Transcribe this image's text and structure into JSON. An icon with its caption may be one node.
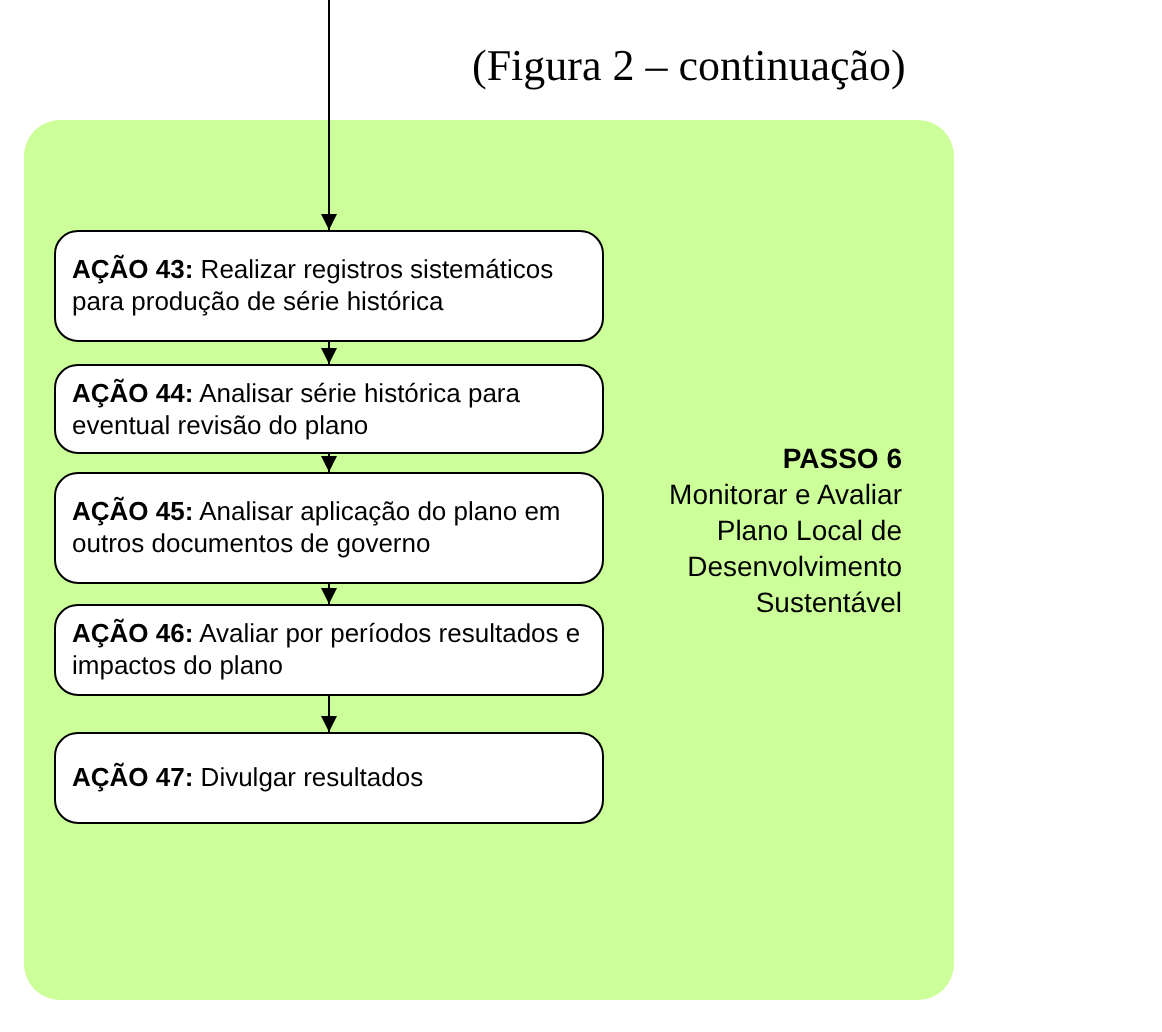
{
  "diagram": {
    "title": "(Figura 2 – continuação)",
    "nodes": [
      {
        "text": [
          "PASSO 6",
          "Monitorar e Avaliar Plano Local de Desenvolvimento Sustentável"
        ]
      },
      {
        "text": [
          "**AÇÃO 43:** Realizar registros sistemáticos para produção de série histórica"
        ],
        "in": 0
      },
      {
        "text": [
          "**AÇÃO 44:** Analisar série histórica para eventual revisão do plano"
        ],
        "in": 0
      },
      {
        "text": [
          "**AÇÃO 45:** Analisar aplicação do plano em outros documentos de governo"
        ],
        "in": 0
      },
      {
        "text": [
          "**AÇÃO 46:** Avaliar por períodos resultados e impactos do plano"
        ],
        "in": 0
      },
      {
        "text": [
          "**AÇÃO 47:** Divulgar resultados"
        ],
        "in": 0
      }
    ],
    "edges": [
      {
        "from": null,
        "to": 1,
        "arrow": "to"
      },
      {
        "from": 1,
        "to": 2,
        "arrow": "to"
      },
      {
        "from": 2,
        "to": 3,
        "arrow": "to"
      },
      {
        "from": 3,
        "to": 4,
        "arrow": "to"
      },
      {
        "from": 4,
        "to": 5,
        "arrow": "to"
      }
    ]
  }
}
